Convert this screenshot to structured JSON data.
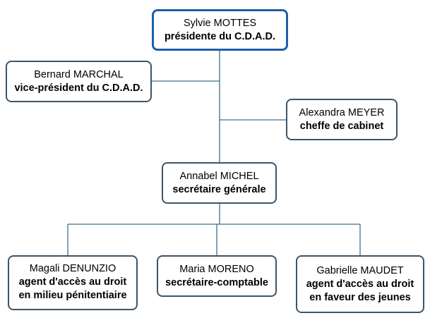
{
  "org_chart": {
    "nodes": [
      {
        "id": "president",
        "name": "Sylvie MOTTES",
        "role_lines": [
          "présidente du C.D.A.D."
        ]
      },
      {
        "id": "vice_president",
        "name": "Bernard MARCHAL",
        "role_lines": [
          "vice-président du C.D.A.D."
        ]
      },
      {
        "id": "chief_of_staff",
        "name": "Alexandra MEYER",
        "role_lines": [
          "cheffe de cabinet"
        ]
      },
      {
        "id": "secretary_general",
        "name": "Annabel MICHEL",
        "role_lines": [
          "secrétaire générale"
        ]
      },
      {
        "id": "agent_prison",
        "name": "Magali DENUNZIO",
        "role_lines": [
          "agent d'accès au droit",
          "en milieu pénitentiaire"
        ]
      },
      {
        "id": "accountant",
        "name": "Maria MORENO",
        "role_lines": [
          "secrétaire-comptable"
        ]
      },
      {
        "id": "agent_youth",
        "name": "Gabrielle MAUDET",
        "role_lines": [
          "agent d'accès au droit",
          "en faveur des jeunes"
        ]
      }
    ]
  },
  "colors": {
    "top_border": "#1f5fa8",
    "box_border": "#3d5568",
    "line": "#3d6f8e"
  }
}
